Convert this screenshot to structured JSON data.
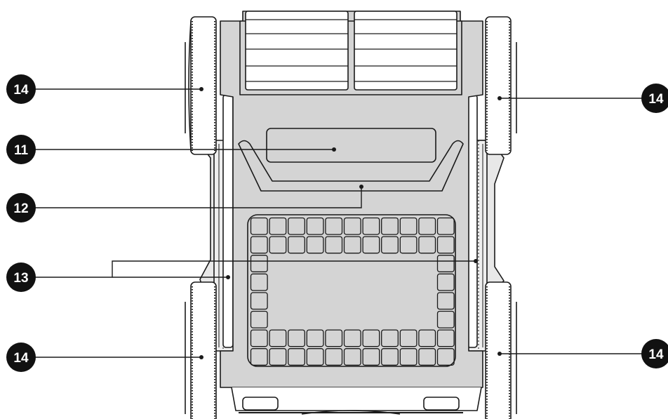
{
  "diagram": {
    "callouts": [
      {
        "id": "wheel-front-left",
        "label": "14"
      },
      {
        "id": "wheel-front-right",
        "label": "14"
      },
      {
        "id": "filter-window",
        "label": "11"
      },
      {
        "id": "handle",
        "label": "12"
      },
      {
        "id": "side-rails",
        "label": "13"
      },
      {
        "id": "wheel-rear-left",
        "label": "14"
      },
      {
        "id": "wheel-rear-right",
        "label": "14"
      }
    ],
    "colors": {
      "line": "#1a1a1a",
      "body_fill": "#d4d4d4",
      "wheel_fill": "#ffffff",
      "badge": "#111111"
    }
  }
}
